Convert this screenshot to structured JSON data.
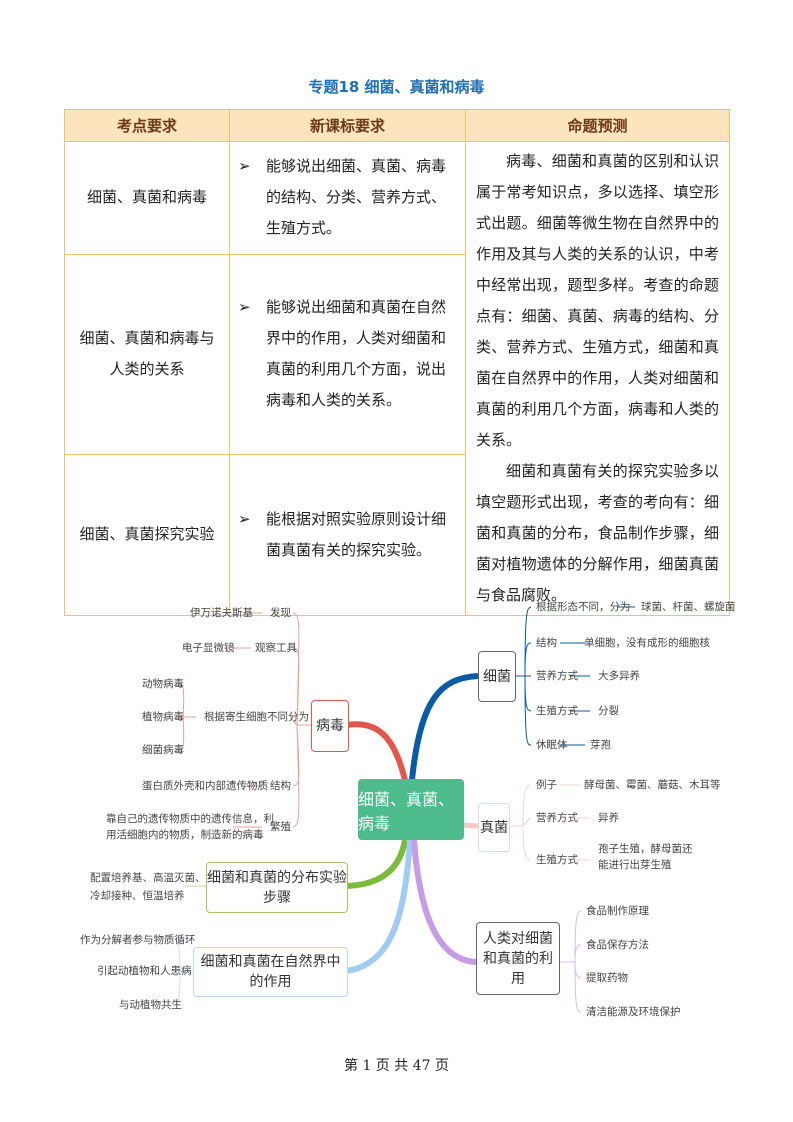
{
  "title": "专题18  细菌、真菌和病毒",
  "table": {
    "headers": [
      "考点要求",
      "新课标要求",
      "命题预测"
    ],
    "rows": [
      {
        "topic": "细菌、真菌和病毒",
        "req": "能够说出细菌、真菌、病毒的结构、分类、营养方式、生殖方式。"
      },
      {
        "topic": "细菌、真菌和病毒与人类的关系",
        "req": "能够说出细菌和真菌在自然界中的作用，人类对细菌和真菌的利用几个方面，说出病毒和人类的关系。"
      },
      {
        "topic": "细菌、真菌探究实验",
        "req": "能根据对照实验原则设计细菌真菌有关的探究实验。"
      }
    ],
    "bullet": "➢",
    "prediction": [
      "病毒、细菌和真菌的区别和认识属于常考知识点，多以选择、填空形式出题。细菌等微生物在自然界中的作用及其与人类的关系的认识，中考中经常出现，题型多样。考查的命题点有：细菌、真菌、病毒的结构、分类、营养方式、生殖方式，细菌和真菌在自然界中的作用，人类对细菌和真菌的利用几个方面，病毒和人类的关系。",
      "细菌和真菌有关的探究实验多以填空题形式出现，考查的考向有：细菌和真菌的分布，食品制作步骤，细菌对植物遗体的分解作用，细菌真菌与食品腐败。"
    ]
  },
  "mindmap": {
    "center": "细菌、真菌、病毒",
    "virus": {
      "label": "病毒",
      "items": [
        "伊万诺夫斯基",
        "发现",
        "电子显微镜",
        "观察工具",
        "动物病毒",
        "植物病毒",
        "细菌病毒",
        "根据寄生细胞不同分为",
        "蛋白质外壳和内部遗传物质",
        "结构",
        "靠自己的遗传物质中的遗传信息，利",
        "用活细胞内的物质，制造新的病毒",
        "繁殖"
      ]
    },
    "bacteria": {
      "label": "细菌",
      "items": [
        "根据形态不同，分为",
        "球菌、杆菌、螺旋菌",
        "结构",
        "单细胞，没有成形的细胞核",
        "营养方式",
        "大多异养",
        "生殖方式",
        "分裂",
        "休眠体",
        "芽孢"
      ]
    },
    "fungi": {
      "label": "真菌",
      "items": [
        "例子",
        "酵母菌、霉菌、蘑菇、木耳等",
        "营养方式",
        "异养",
        "生殖方式",
        "孢子生殖，酵母菌还",
        "能进行出芽生殖"
      ]
    },
    "distribution": {
      "label": "细菌和真菌的分布实验步骤",
      "items": [
        "配置培养基、高温灭菌、",
        "冷却接种、恒温培养"
      ]
    },
    "nature": {
      "label": "细菌和真菌在自然界中的作用",
      "items": [
        "作为分解者参与物质循环",
        "引起动植物和人患病",
        "与动植物共生"
      ]
    },
    "use": {
      "label": "人类对细菌和真菌的利用",
      "items": [
        "食品制作原理",
        "食品保存方法",
        "提取药物",
        "清洁能源及环境保护"
      ]
    }
  },
  "footer": "第 1 页 共 47 页",
  "colors": {
    "virus": "#e2574c",
    "bacteria": "#0b5aa5",
    "fungi": "#f6c9c9",
    "distribution": "#7cbb3a",
    "nature": "#9fcbf5",
    "use": "#c79be6",
    "center": "#4dbb8b"
  }
}
